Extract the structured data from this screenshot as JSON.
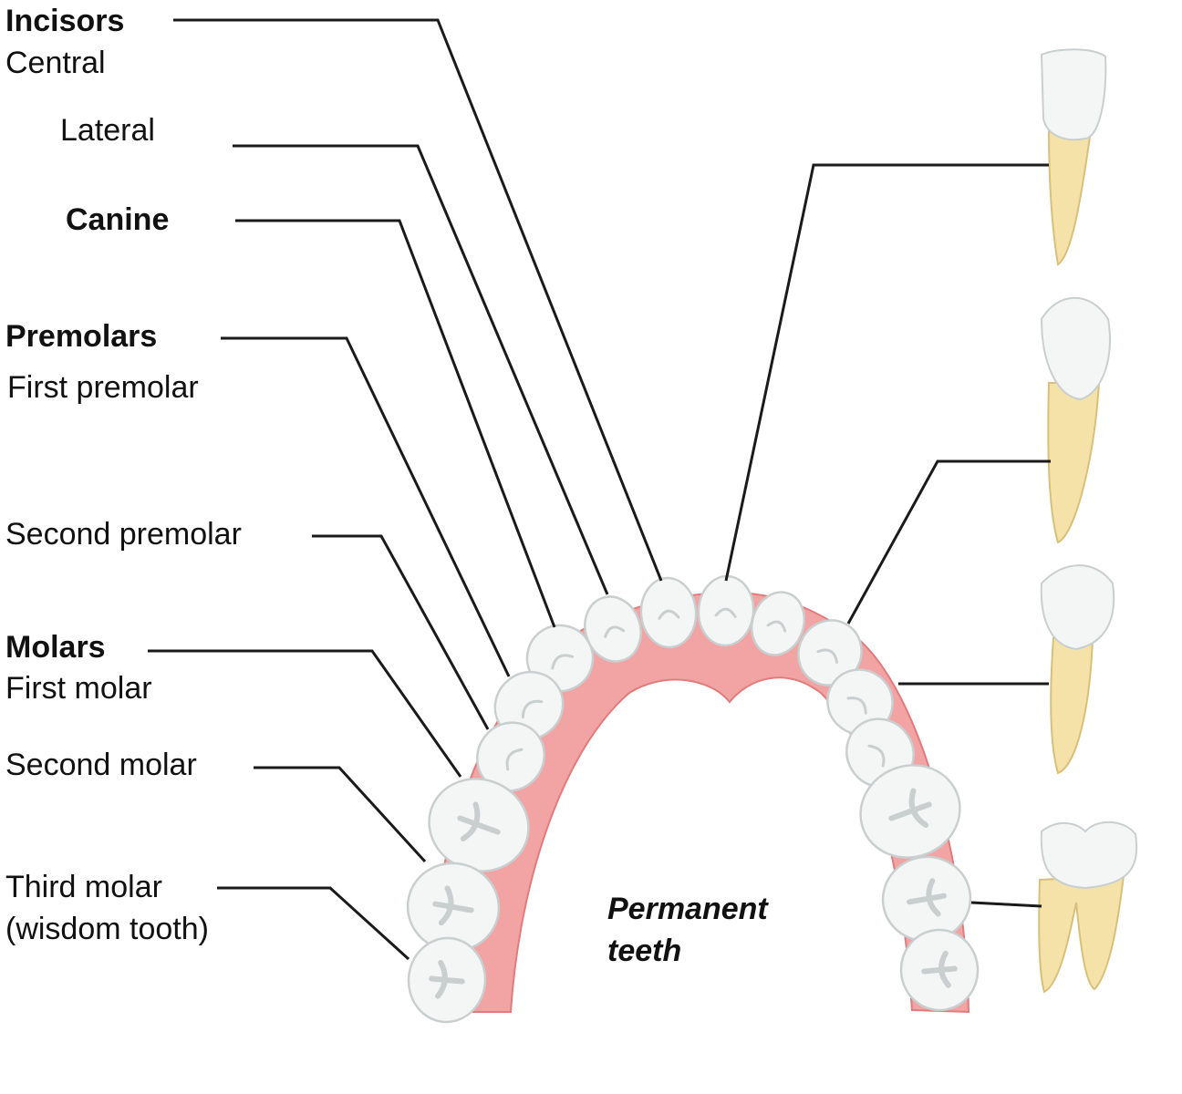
{
  "labels": {
    "incisors": "Incisors",
    "central": "Central",
    "lateral": "Lateral",
    "canine": "Canine",
    "premolars": "Premolars",
    "first_premolar": "First premolar",
    "second_premolar": "Second premolar",
    "molars": "Molars",
    "first_molar": "First molar",
    "second_molar": "Second molar",
    "third_molar_line1": "Third molar",
    "third_molar_line2": "(wisdom tooth)",
    "caption_line1": "Permanent",
    "caption_line2": "teeth"
  },
  "colors": {
    "gum": "#f2a3a3",
    "gum_edge": "#e07c7c",
    "enamel": "#f4f6f6",
    "enamel_shade": "#c9cfcf",
    "root": "#f5e2a8",
    "root_edge": "#d9c07a",
    "leader": "#1a1a1a"
  }
}
